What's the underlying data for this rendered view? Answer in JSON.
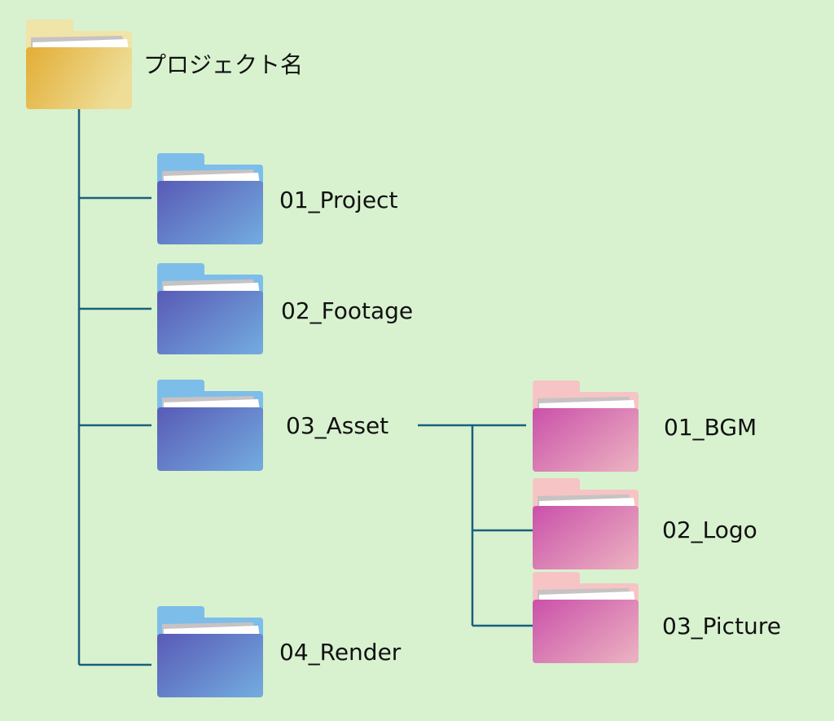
{
  "colors": {
    "background": "#d8f2cf",
    "connector": "#1b5f7e",
    "root_folder": [
      "#e3ad35",
      "#eedd97",
      "#f0e4a8"
    ],
    "blue_folder": [
      "#5a5eb8",
      "#72a9de",
      "#7dbde9"
    ],
    "pink_folder": [
      "#cc55ab",
      "#ebb0c0",
      "#f6c4c4"
    ]
  },
  "tree": {
    "root": {
      "label": "プロジェクト名",
      "icon": "folder-icon"
    },
    "children": [
      {
        "label": "01_Project",
        "icon": "folder-icon"
      },
      {
        "label": "02_Footage",
        "icon": "folder-icon"
      },
      {
        "label": "03_Asset",
        "icon": "folder-icon",
        "children": [
          {
            "label": "01_BGM",
            "icon": "folder-icon"
          },
          {
            "label": "02_Logo",
            "icon": "folder-icon"
          },
          {
            "label": "03_Picture",
            "icon": "folder-icon"
          }
        ]
      },
      {
        "label": "04_Render",
        "icon": "folder-icon"
      }
    ]
  }
}
